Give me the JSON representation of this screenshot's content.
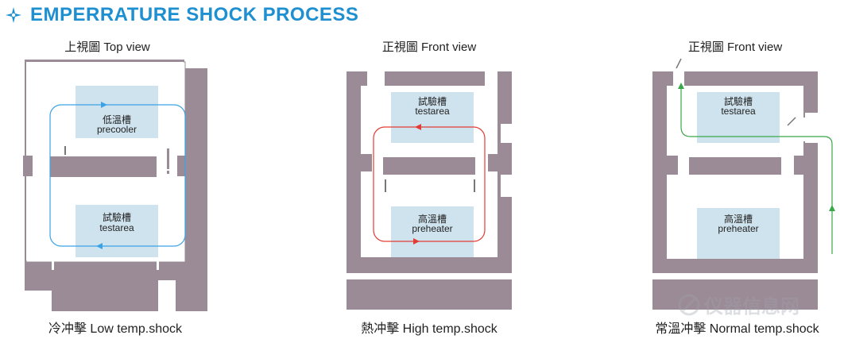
{
  "header": {
    "title": "EMPERRATURE SHOCK PROCESS",
    "icon": "star-icon",
    "color": "#1e8fd0"
  },
  "colors": {
    "wall": "#9b8b96",
    "chamber": "#cfe3ee",
    "low_flow": "#3aa3e6",
    "high_flow": "#e23c36",
    "normal_flow": "#3aa84a"
  },
  "panels": {
    "low": {
      "view_title": "上視圖 Top view",
      "top_box": {
        "zh": "低溫槽",
        "en": "precooler"
      },
      "bottom_box": {
        "zh": "試驗槽",
        "en": "testarea"
      },
      "caption": "冷冲擊 Low temp.shock"
    },
    "high": {
      "view_title": "正視圖 Front view",
      "top_box": {
        "zh": "試驗槽",
        "en": "testarea"
      },
      "bottom_box": {
        "zh": "高溫槽",
        "en": "preheater"
      },
      "caption": "熱冲擊 High temp.shock"
    },
    "normal": {
      "view_title": "正視圖 Front view",
      "top_box": {
        "zh": "試驗槽",
        "en": "testarea"
      },
      "bottom_box": {
        "zh": "高溫槽",
        "en": "preheater"
      },
      "caption": "常溫冲擊 Normal temp.shock"
    }
  },
  "watermark": {
    "text": "仪器信息网"
  }
}
